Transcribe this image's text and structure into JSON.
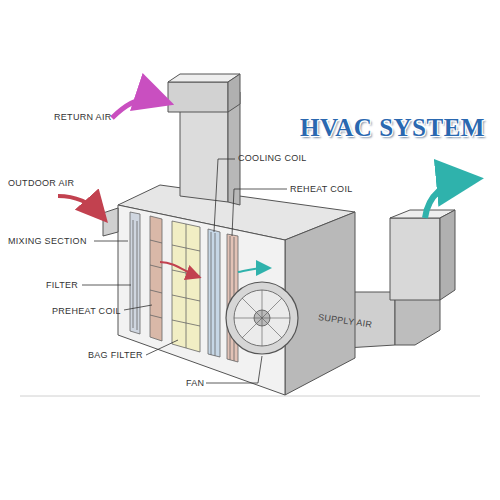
{
  "diagram": {
    "title": "HVAC SYSTEM",
    "labels": [
      "RETURN AIR",
      "COOLING COIL",
      "REHEAT COIL",
      "OUTDOOR AIR",
      "MIXING SECTION",
      "FILTER",
      "PREHEAT COIL",
      "BAG FILTER",
      "FAN",
      "SUPPLY AIR"
    ]
  }
}
